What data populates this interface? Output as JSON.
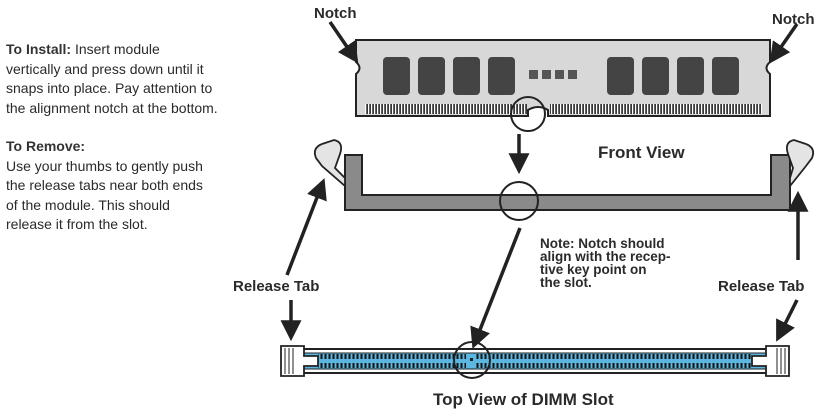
{
  "instructions": {
    "install_heading": "To Install:",
    "install_text": " Insert module vertically and press down until it snaps into place. Pay attention to the alignment notch at the bottom.",
    "remove_heading": "To Remove:",
    "remove_text": "Use your thumbs to gently push the release tabs near both ends of the module.  This should release it from the slot."
  },
  "labels": {
    "notch_left": "Notch",
    "notch_right": "Notch",
    "front_view": "Front View",
    "release_tab_left": "Release Tab",
    "release_tab_right": "Release Tab",
    "note_lines": [
      "Note: Notch should",
      "align with the recep-",
      "tive key point on",
      "the slot."
    ],
    "top_view": "Top View of DIMM Slot"
  },
  "colors": {
    "module_fill": "#d8d8d8",
    "chip_fill": "#444444",
    "slot_fill": "#888888",
    "slot_top_fill": "#5bb6e0"
  }
}
